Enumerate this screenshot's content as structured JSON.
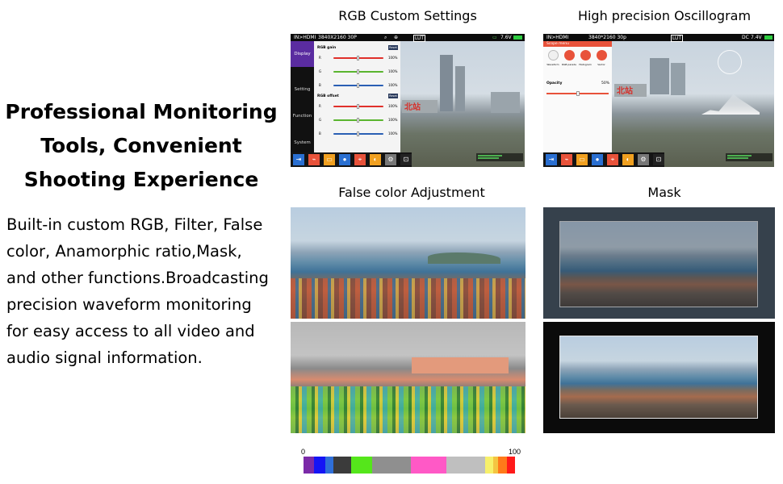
{
  "headline": [
    "Professional Monitoring",
    "Tools, Convenient",
    "Shooting Experience"
  ],
  "body": [
    "Built-in custom RGB, Filter, False",
    "color, Anamorphic ratio,Mask,",
    "and other functions.Broadcasting",
    "precision waveform monitoring",
    "for easy access to all video and",
    "audio signal information."
  ],
  "panels": {
    "rgb": {
      "title": "RGB Custom Settings",
      "status": {
        "input": "IN>HDMI",
        "format": "3840X2160 30P",
        "lut": "LUT",
        "battery": "7.6V"
      },
      "sidebar": [
        "Display",
        "Setting",
        "Function",
        "System"
      ],
      "gain": {
        "label": "RGB gain",
        "reset": "Reset",
        "rows": [
          {
            "k": "R",
            "v": "100%"
          },
          {
            "k": "G",
            "v": "100%"
          },
          {
            "k": "B",
            "v": "100%"
          }
        ]
      },
      "offset": {
        "label": "RGB offset",
        "reset": "Reset",
        "rows": [
          {
            "k": "R",
            "v": "100%"
          },
          {
            "k": "G",
            "v": "100%"
          },
          {
            "k": "B",
            "v": "100%"
          }
        ]
      },
      "sign_text": "北站"
    },
    "scope": {
      "title": "High precision Oscillogram",
      "status": {
        "input": "IN>HDMI",
        "format": "3840*2160 30p",
        "lut": "LUT",
        "dc": "DC",
        "battery": "7.4V"
      },
      "menu_title": "Scope menu",
      "icons": [
        "Waveform",
        "RGB parade",
        "Histogram",
        "Vector"
      ],
      "opacity_label": "Opacity",
      "opacity_value": "50%",
      "opacity_level": 0.5,
      "sign_text": "北站"
    },
    "false_color": {
      "title": "False color Adjustment"
    },
    "mask": {
      "title": "Mask"
    }
  },
  "scale": {
    "min": "0",
    "max": "100",
    "colors": [
      "#7b2aa8",
      "#1414f5",
      "#2f6fd8",
      "#3b3b3b",
      "#55e61b",
      "#8f8f8f",
      "#ff59c6",
      "#bfbfbf",
      "#f7f06a",
      "#f4c542",
      "#ff7a1a",
      "#ff1a1a"
    ]
  },
  "colors": {
    "accent_purple": "#5a2ca0",
    "scope_red": "#e8523a"
  }
}
